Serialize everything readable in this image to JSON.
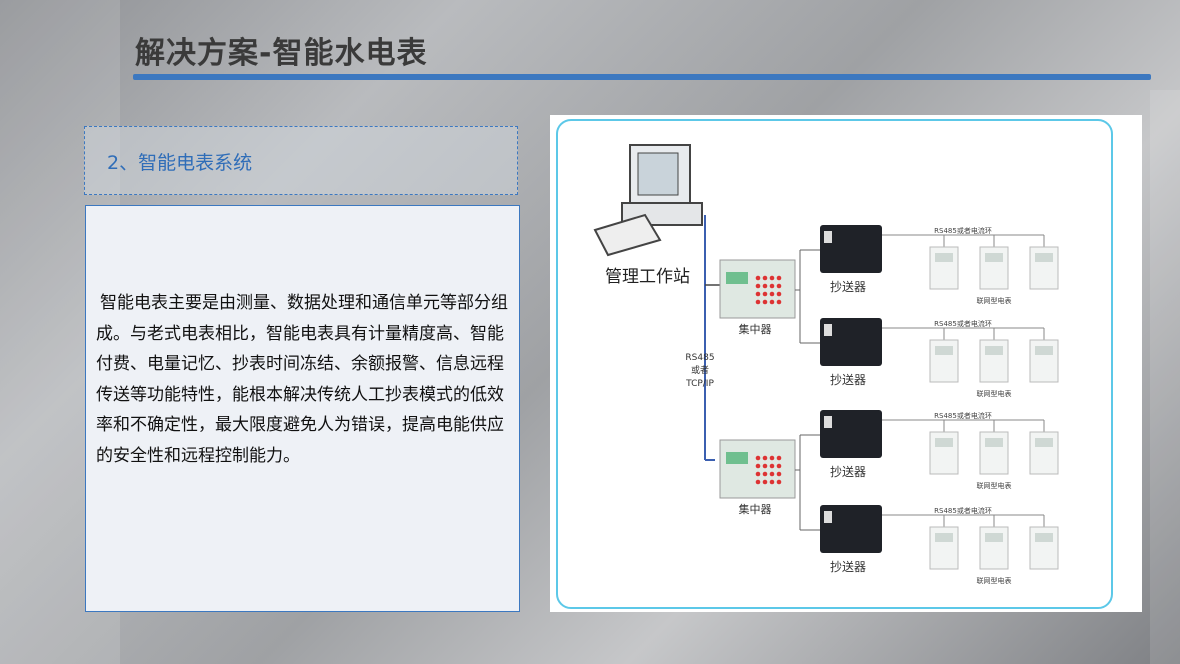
{
  "title": "解决方案-智能水电表",
  "section": "2、智能电表系统",
  "body": "智能电表主要是由测量、数据处理和通信单元等部分组成。与老式电表相比，智能电表具有计量精度高、智能付费、电量记忆、抄表时间冻结、余额报警、信息远程传送等功能特性，能根本解决传统人工抄表模式的低效率和不确定性，最大限度避免人为错误，提高电能供应的安全性和远程控制能力。",
  "diagram": {
    "workstation": "管理工作站",
    "concentrator": "集中器",
    "collector": "抄送器",
    "bus_line1": "RS485",
    "bus_line2": "或者",
    "bus_line3": "TCP/IP",
    "meter_bus": "RS485或者电流环",
    "meter_group": "联网型电表"
  }
}
